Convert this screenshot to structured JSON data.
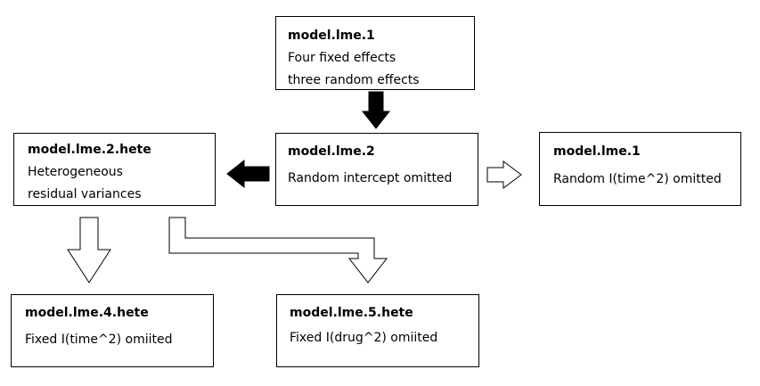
{
  "boxes": {
    "top": {
      "title": "model.lme.1",
      "lines": [
        "Four fixed effects",
        "three random effects"
      ]
    },
    "center": {
      "title": "model.lme.2",
      "lines": [
        "Random intercept omitted"
      ]
    },
    "left": {
      "title": "model.lme.2.hete",
      "lines": [
        "Heterogeneous",
        "residual variances"
      ]
    },
    "right": {
      "title": "model.lme.1",
      "lines": [
        "Random I(time^2) omitted"
      ]
    },
    "bottom_left": {
      "title": "model.lme.4.hete",
      "lines": [
        "Fixed I(time^2) omiited"
      ]
    },
    "bottom_middle": {
      "title": "model.lme.5.hete",
      "lines": [
        "Fixed I(drug^2) omiited"
      ]
    }
  },
  "arrows": [
    {
      "from": "top",
      "to": "center",
      "style": "solid"
    },
    {
      "from": "center",
      "to": "left",
      "style": "solid"
    },
    {
      "from": "center",
      "to": "right",
      "style": "hollow"
    },
    {
      "from": "left",
      "to": "bottom_left",
      "style": "hollow"
    },
    {
      "from": "left",
      "to": "bottom_middle",
      "style": "hollow"
    }
  ]
}
